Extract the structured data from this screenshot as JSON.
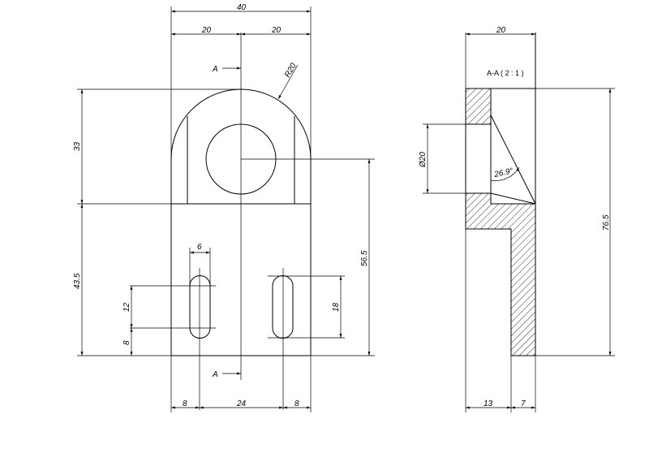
{
  "front_view": {
    "dim_width_total": "40",
    "dim_half_left": "20",
    "dim_half_right": "20",
    "dim_radius": "R20",
    "dim_upper_height": "33",
    "dim_lower_height": "43.5",
    "dim_center_to_bottom": "56.5",
    "dim_slot_width": "6",
    "dim_slot_length_left": "12",
    "dim_slot_bottom_offset": "8",
    "dim_slot_length_right": "18",
    "dim_edge_left": "8",
    "dim_slot_spacing": "24",
    "dim_edge_right": "8",
    "section_label_top": "A",
    "section_label_bottom": "A"
  },
  "section_view": {
    "title": "A-A ( 2 : 1 )",
    "dim_top_width": "20",
    "dim_hole_diameter": "Ø20",
    "dim_angle": "26.9°",
    "dim_total_height": "76.5",
    "dim_bottom_left": "13",
    "dim_bottom_right": "7"
  }
}
